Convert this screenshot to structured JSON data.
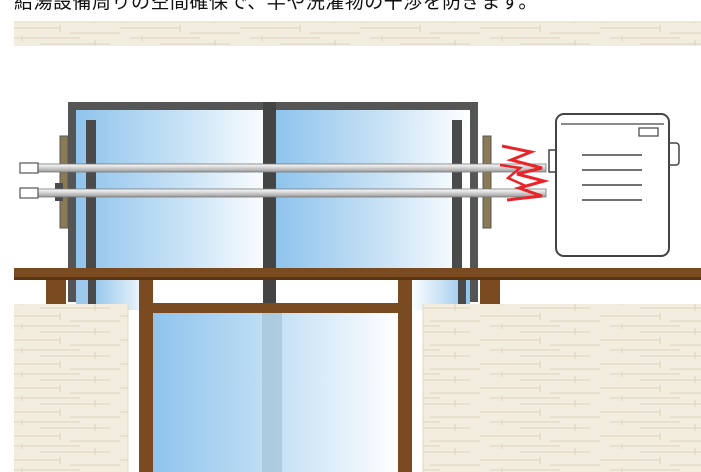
{
  "caption": "給湯設備周りの空間確保で、竿や洗濯物の干渉を防ぎます。",
  "colors": {
    "brick": "#f3ede0",
    "brick_line": "#ddd3bd",
    "window_frame": "#555555",
    "glass_light": "#ffffff",
    "glass_blue": "#8fc4ec",
    "wood": "#7a4a20",
    "wood_dark": "#5b3412",
    "pole": "#d8d8d8",
    "clash": "#e8242a",
    "heater": "#ffffff"
  },
  "icons": [
    "clothesline-bracket-left",
    "clothesline-bracket-right",
    "clothes-pole-upper",
    "clothes-pole-lower",
    "water-heater-unit",
    "collision-mark"
  ]
}
